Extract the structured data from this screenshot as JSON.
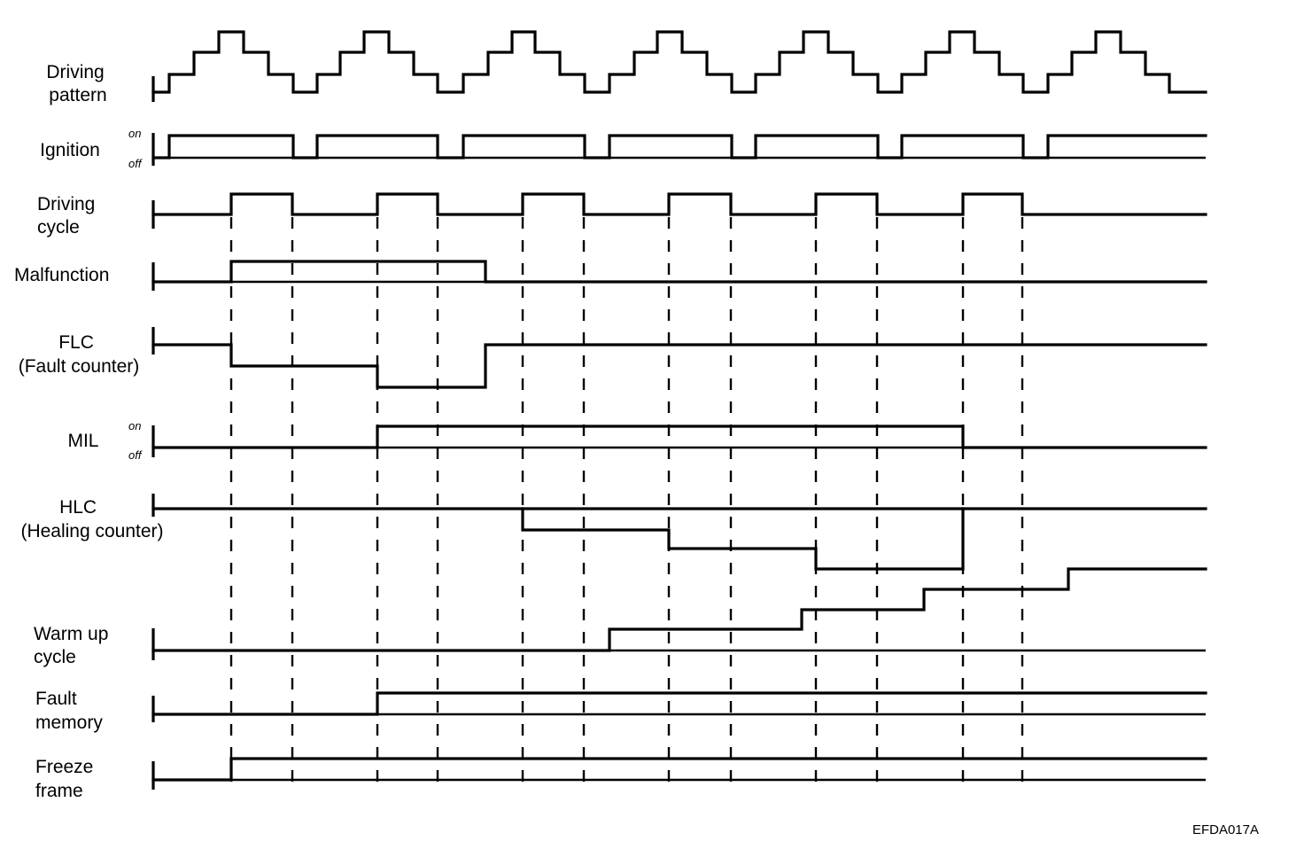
{
  "diagram": {
    "code": "EFDA017A",
    "rows": [
      {
        "id": "driving-pattern",
        "label_lines": [
          "Driving",
          "pattern"
        ],
        "states": []
      },
      {
        "id": "ignition",
        "label_lines": [
          "Ignition"
        ],
        "states": [
          "on",
          "off"
        ]
      },
      {
        "id": "driving-cycle",
        "label_lines": [
          "Driving",
          "cycle"
        ],
        "states": []
      },
      {
        "id": "malfunction",
        "label_lines": [
          "Malfunction"
        ],
        "states": []
      },
      {
        "id": "flc",
        "label_lines": [
          "FLC",
          "(Fault counter)"
        ],
        "states": []
      },
      {
        "id": "mil",
        "label_lines": [
          "MIL"
        ],
        "states": [
          "on",
          "off"
        ]
      },
      {
        "id": "hlc",
        "label_lines": [
          "HLC",
          "(Healing counter)"
        ],
        "states": []
      },
      {
        "id": "warm-up-cycle",
        "label_lines": [
          "Warm up",
          "cycle"
        ],
        "states": []
      },
      {
        "id": "fault-memory",
        "label_lines": [
          "Fault",
          "memory"
        ],
        "states": []
      },
      {
        "id": "freeze-frame",
        "label_lines": [
          "Freeze",
          "frame"
        ],
        "states": []
      }
    ]
  }
}
